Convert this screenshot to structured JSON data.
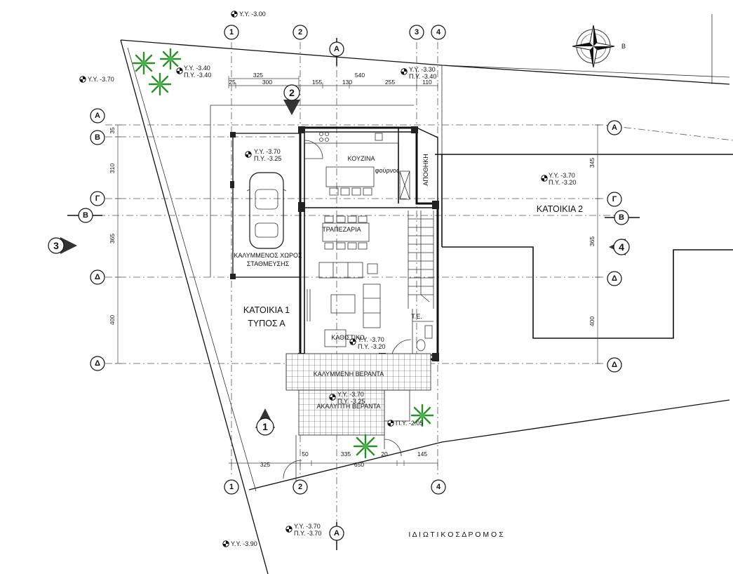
{
  "grid_columns": [
    "1",
    "2",
    "3",
    "4"
  ],
  "grid_rows": {
    "a": "Α",
    "b": "Β",
    "g": "Γ",
    "d": "Δ"
  },
  "section_marks": {
    "a": "Α",
    "b": "Β"
  },
  "view_marks": [
    "1",
    "2",
    "3",
    "4"
  ],
  "levels": {
    "top_col1": "Υ.Υ. -3.00",
    "left": "Υ.Υ. -3.70",
    "tl_yy": "Υ.Υ. -3.40",
    "tl_py": "Π.Υ. -3.40",
    "tr_yy": "Υ.Υ. -3.30",
    "tr_py": "Π.Υ. -3.40",
    "park_yy": "Υ.Υ. -3.70",
    "park_py": "Π.Υ. -3.25",
    "h2_yy": "Υ.Υ. -3.70",
    "h2_py": "Π.Υ. -3.20",
    "liv_yy": "Υ.Υ. -3.70",
    "liv_py": "Π.Υ. -3.20",
    "ver_yy": "Υ.Υ. -3.70",
    "ver_py": "Π.Υ. -3.25",
    "garden_py": "Π.Υ. -2.05",
    "bot_yy": "Υ.Υ. -3.70",
    "bot_py": "Π.Υ. -3.70",
    "bot_left": "Υ.Υ. -3.90"
  },
  "dimensions": {
    "top": [
      "325",
      "25",
      "300",
      "155",
      "130",
      "540",
      "255",
      "110"
    ],
    "left": [
      "35",
      "310",
      "365",
      "400"
    ],
    "right": [
      "345",
      "365",
      "400"
    ],
    "bottom": [
      "325",
      "50",
      "335",
      "20",
      "650",
      "145"
    ]
  },
  "rooms": {
    "kitchen": "ΚΟΥΖΙΝΑ",
    "oven": "φούρνος",
    "storage": "ΑΠΟΘΗΚΗ",
    "dining": "ΤΡΑΠΕΖΑΡΙΑ",
    "living": "ΚΑΘΙΣΤΙΚΟ",
    "wc": "Τ.Ε.",
    "parking_1": "ΚΑΛΥΜΜΕΝΟΣ ΧΩΡΟΣ",
    "parking_2": "ΣΤΑΘΜΕΥΣΗΣ",
    "covered_veranda": "ΚΑΛΥΜΜΕΝΗ ΒΕΡΑΝΤΑ",
    "open_veranda": "ΑΚΑΛΥΠΤΗ ΒΕΡΑΝΤΑ"
  },
  "house1_line1": "ΚΑΤΟΙΚΙΑ 1",
  "house1_line2": "ΤΥΠΟΣ Α",
  "house2": "ΚΑΤΟΙΚΙΑ 2",
  "road": "Ι Δ Ι Ω Τ Ι Κ Ο Σ   Δ Ρ Ο Μ Ο Σ",
  "compass_letter": "B"
}
